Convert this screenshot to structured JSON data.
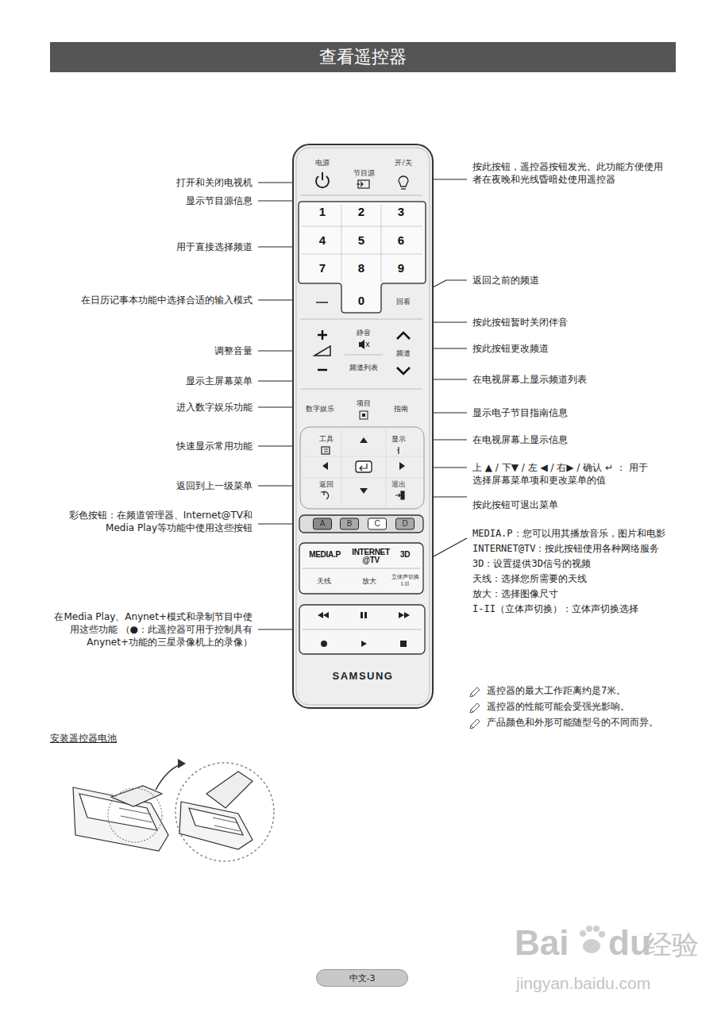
{
  "diagram": {
    "title": "查看遥控器",
    "nodes": [
      {
        "text": [
          "SAMSUNG"
        ]
      },
      {
        "text": [
          "电源"
        ],
        "in": 0
      },
      {
        "text": [
          "节目源"
        ],
        "in": 0
      },
      {
        "text": [
          "开/关"
        ],
        "in": 0
      },
      {
        "text": [
          "1"
        ],
        "in": 0
      },
      {
        "text": [
          "2"
        ],
        "in": 0
      },
      {
        "text": [
          "3"
        ],
        "in": 0
      },
      {
        "text": [
          "4"
        ],
        "in": 0
      },
      {
        "text": [
          "5"
        ],
        "in": 0
      },
      {
        "text": [
          "6"
        ],
        "in": 0
      },
      {
        "text": [
          "7"
        ],
        "in": 0
      },
      {
        "text": [
          "8"
        ],
        "in": 0
      },
      {
        "text": [
          "9"
        ],
        "in": 0
      },
      {
        "text": [
          "0"
        ],
        "in": 0
      },
      {
        "text": [
          "回看"
        ],
        "in": 0
      },
      {
        "text": [
          "静音"
        ],
        "in": 0
      },
      {
        "text": [
          "频道"
        ],
        "in": 0
      },
      {
        "text": [
          "频道列表"
        ],
        "in": 0
      },
      {
        "text": [
          "数字娱乐"
        ],
        "in": 0
      },
      {
        "text": [
          "项目"
        ],
        "in": 0
      },
      {
        "text": [
          "指南"
        ],
        "in": 0
      },
      {
        "text": [
          "工具"
        ],
        "in": 0
      },
      {
        "text": [
          "显示"
        ],
        "in": 0
      },
      {
        "text": [
          "返回"
        ],
        "in": 0
      },
      {
        "text": [
          "退出"
        ],
        "in": 0
      },
      {
        "text": [
          "A"
        ],
        "in": 0
      },
      {
        "text": [
          "B"
        ],
        "in": 0
      },
      {
        "text": [
          "C"
        ],
        "in": 0
      },
      {
        "text": [
          "D"
        ],
        "in": 0
      },
      {
        "text": [
          "MEDIA.P"
        ],
        "in": 0
      },
      {
        "text": [
          "INTERNET @TV"
        ],
        "in": 0
      },
      {
        "text": [
          "3D"
        ],
        "in": 0
      },
      {
        "text": [
          "天线"
        ],
        "in": 0
      },
      {
        "text": [
          "放大"
        ],
        "in": 0
      },
      {
        "text": [
          "立体声切换 I-II"
        ],
        "in": 0
      },
      {
        "text": [
          "中文-3"
        ]
      }
    ],
    "labels": [
      "打开和关闭电视机",
      "显示节目源信息",
      "用于直接选择频道",
      "在日历记事本功能中选择合适的输入模式",
      "调整音量",
      "显示主屏幕菜单",
      "进入数字娱乐功能",
      "快速显示常用功能",
      "返回到上一级菜单",
      "彩色按钮：在频道管理器、Internet@TV和 Media Play等功能中使用这些按钮",
      "在Media Play、Anynet+模式和录制节目中使 用这些功能 （●：此遥控器可用于控制具有 Anynet+功能的三星录像机上的录像）",
      "按此按钮，遥控器按钮发光。此功能方便使用 者在夜晚和光线昏暗处使用遥控器",
      "返回之前的频道",
      "按此按钮暂时关闭伴音",
      "按此按钮更改频道",
      "在电视屏幕上显示频道列表",
      "显示电子节目指南信息",
      "在电视屏幕上显示信息",
      "上 ▲ / 下▼ / 左 ◀ / 右▶ / 确认 ↵ ： 用于选择屏幕菜单项和更改菜单的值",
      "按此按钮可退出菜单",
      "MEDIA.P：您可以用其播放音乐，图片和电影",
      "INTERNET@TV：按此按钮使用各种网络服务",
      "3D：设置提供3D信号的视频",
      "天线：选择您所需要的天线",
      "放大：选择图像尺寸",
      "I-II（立体声切换）：立体声切换选择",
      "遥控器的最大工作距离约是7米。",
      "遥控器的性能可能会受强光影响。",
      "产品颜色和外形可能随型号的不同而异。",
      "安装遥控器电池",
      "Bai",
      "du",
      "经验",
      "jingyan.baidu.com"
    ]
  }
}
